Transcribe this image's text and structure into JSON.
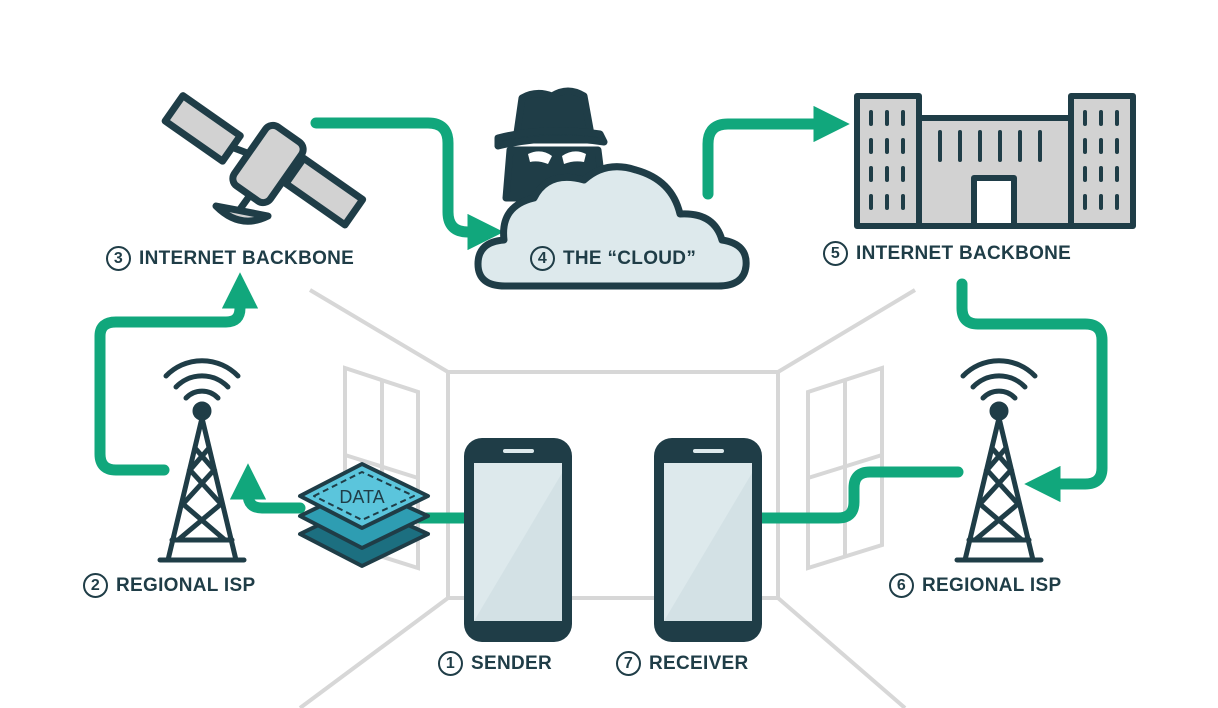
{
  "colors": {
    "arrow": "#11a77c",
    "dark": "#1f3d47",
    "room": "#d7d7d7",
    "device_fill": "#d2d2d2",
    "screen": "#dde9ec",
    "data_top": "#5bc5dc",
    "data_mid": "#2e9db2",
    "data_bottom": "#1c6f80"
  },
  "nodes": [
    {
      "id": "sender",
      "number": "1",
      "label": "SENDER",
      "icon": "smartphone-icon"
    },
    {
      "id": "isp-left",
      "number": "2",
      "label": "REGIONAL ISP",
      "icon": "cell-tower-icon"
    },
    {
      "id": "backbone-left",
      "number": "3",
      "label": "INTERNET BACKBONE",
      "icon": "satellite-icon"
    },
    {
      "id": "cloud",
      "number": "4",
      "label": "THE “CLOUD”",
      "icon": "cloud-spy-icon"
    },
    {
      "id": "backbone-right",
      "number": "5",
      "label": "INTERNET BACKBONE",
      "icon": "data-center-icon"
    },
    {
      "id": "isp-right",
      "number": "6",
      "label": "REGIONAL ISP",
      "icon": "cell-tower-icon"
    },
    {
      "id": "receiver",
      "number": "7",
      "label": "RECEIVER",
      "icon": "smartphone-icon"
    }
  ],
  "packet": {
    "label": "DATA",
    "icon": "data-stack-icon"
  }
}
